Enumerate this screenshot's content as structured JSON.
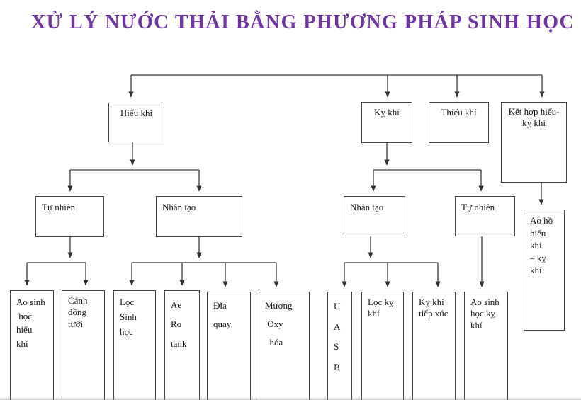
{
  "title": "XỬ LÝ NƯỚC THẢI BẰNG PHƯƠNG PHÁP SINH HỌC",
  "colors": {
    "title_text": "#6e35a6",
    "line": "#3a3a3a",
    "box_border": "#454545",
    "background": "#ffffff"
  },
  "nodes": {
    "hieu_khi": "Hiếu khí",
    "ky_khi": "Kỵ khí",
    "thieu_khi": "Thiếu khí",
    "ket_hop": "Kết hợp hiếu-\nkỵ khí",
    "tu_nhien_left": "Tự nhiên",
    "nhan_tao_left": "Nhân tạo",
    "nhan_tao_right": "Nhân tạo",
    "tu_nhien_right": "Tự nhiên",
    "ao_ho_hieu_ky_khi": "Ao hồ\nhiếu khí\n– kỵ khí",
    "ao_sinh_hoc_hieu_khi": "Ao sinh\n học\nhiếu\nkhí",
    "canh_dong_tuoi": "Cánh\nđồng\ntưới",
    "loc_sinh_hoc": "Lọc\nSinh\nhọc",
    "aerotank": "Ae\nRo\ntank",
    "dia_quay": "Đĩa\nquay",
    "muong_oxy_hoa": "Mương\n Oxy\n  hóa",
    "uasb": "U\nA\nS\nB",
    "loc_ky_khi": "Lọc kỵ\nkhí",
    "ky_khi_tiep_xuc": "Kỵ khí\ntiếp xúc",
    "ao_sinh_hoc_ky_khi": "Ao sinh\nhọc kỵ\nkhí"
  }
}
